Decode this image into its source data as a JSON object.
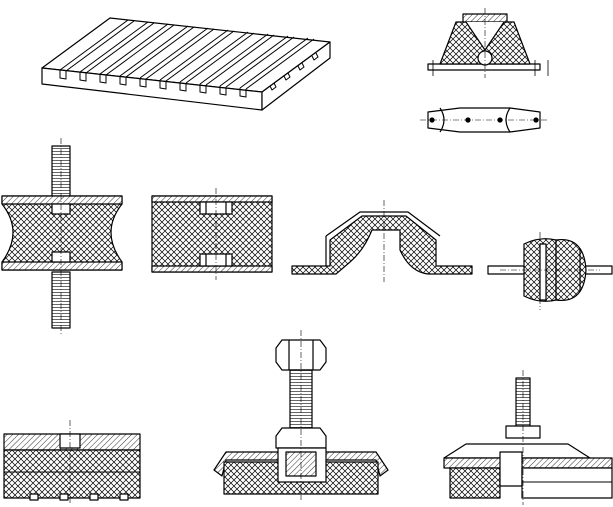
{
  "drawing": {
    "ink_color": "#000000",
    "paper_color": "#ffffff",
    "rubber_fill": "cross-hatch",
    "steel_fill": "diagonal-hatch",
    "parts": [
      "ribbed-rubber-mat",
      "v-block-mount",
      "pin-connector",
      "bobbin-mount",
      "cylindrical-mount",
      "hat-channel-mount",
      "bushing-mount",
      "plate-mount",
      "leveling-foot",
      "flanged-mount"
    ]
  }
}
